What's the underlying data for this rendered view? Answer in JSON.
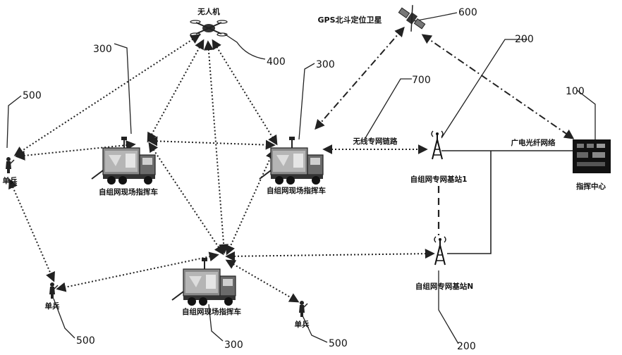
{
  "nodes": {
    "drone": {
      "label": "无人机",
      "ref": "400"
    },
    "satellite": {
      "label": "GPS北斗定位卫星",
      "ref": "600"
    },
    "vehicle_left": {
      "label": "自组网现场指挥车",
      "ref": "300"
    },
    "vehicle_center": {
      "label": "自组网现场指挥车",
      "ref": "300"
    },
    "vehicle_bottom": {
      "label": "自组网现场指挥车",
      "ref": "300"
    },
    "soldier_left": {
      "label": "单兵",
      "ref": "500"
    },
    "soldier_lower_left": {
      "label": "单兵",
      "ref": "500"
    },
    "soldier_bottom": {
      "label": "单兵",
      "ref": "500"
    },
    "base_station_1": {
      "label": "自组网专网基站1",
      "ref": "200"
    },
    "base_station_n": {
      "label": "自组网专网基站N",
      "ref": "200"
    },
    "command_center": {
      "label": "指挥中心",
      "ref": "100"
    }
  },
  "links": {
    "wireless": {
      "label": "无线专网链路",
      "ref": "700"
    },
    "fiber": {
      "label": "广电光纤网络"
    }
  },
  "colors": {
    "line": "#222222",
    "background": "#ffffff"
  }
}
